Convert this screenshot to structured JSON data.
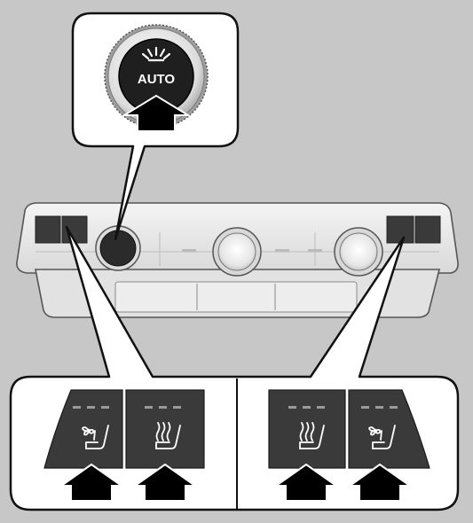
{
  "auto_dial": {
    "label": "AUTO"
  },
  "buttons": [
    {
      "name": "left-seat-ventilation-button",
      "icon": "seat-fan-icon",
      "indicator_count": 3
    },
    {
      "name": "left-seat-heater-button",
      "icon": "seat-heater-icon",
      "indicator_count": 3
    },
    {
      "name": "right-seat-heater-button",
      "icon": "seat-heater-icon",
      "indicator_count": 3
    },
    {
      "name": "right-seat-ventilation-button",
      "icon": "seat-fan-icon",
      "indicator_count": 3
    }
  ],
  "colors": {
    "background": "#c7c7c7",
    "callout_fill": "#ffffff",
    "button_dark": "#3a3a3a",
    "panel_light": "#ececec",
    "outline": "#111111"
  }
}
